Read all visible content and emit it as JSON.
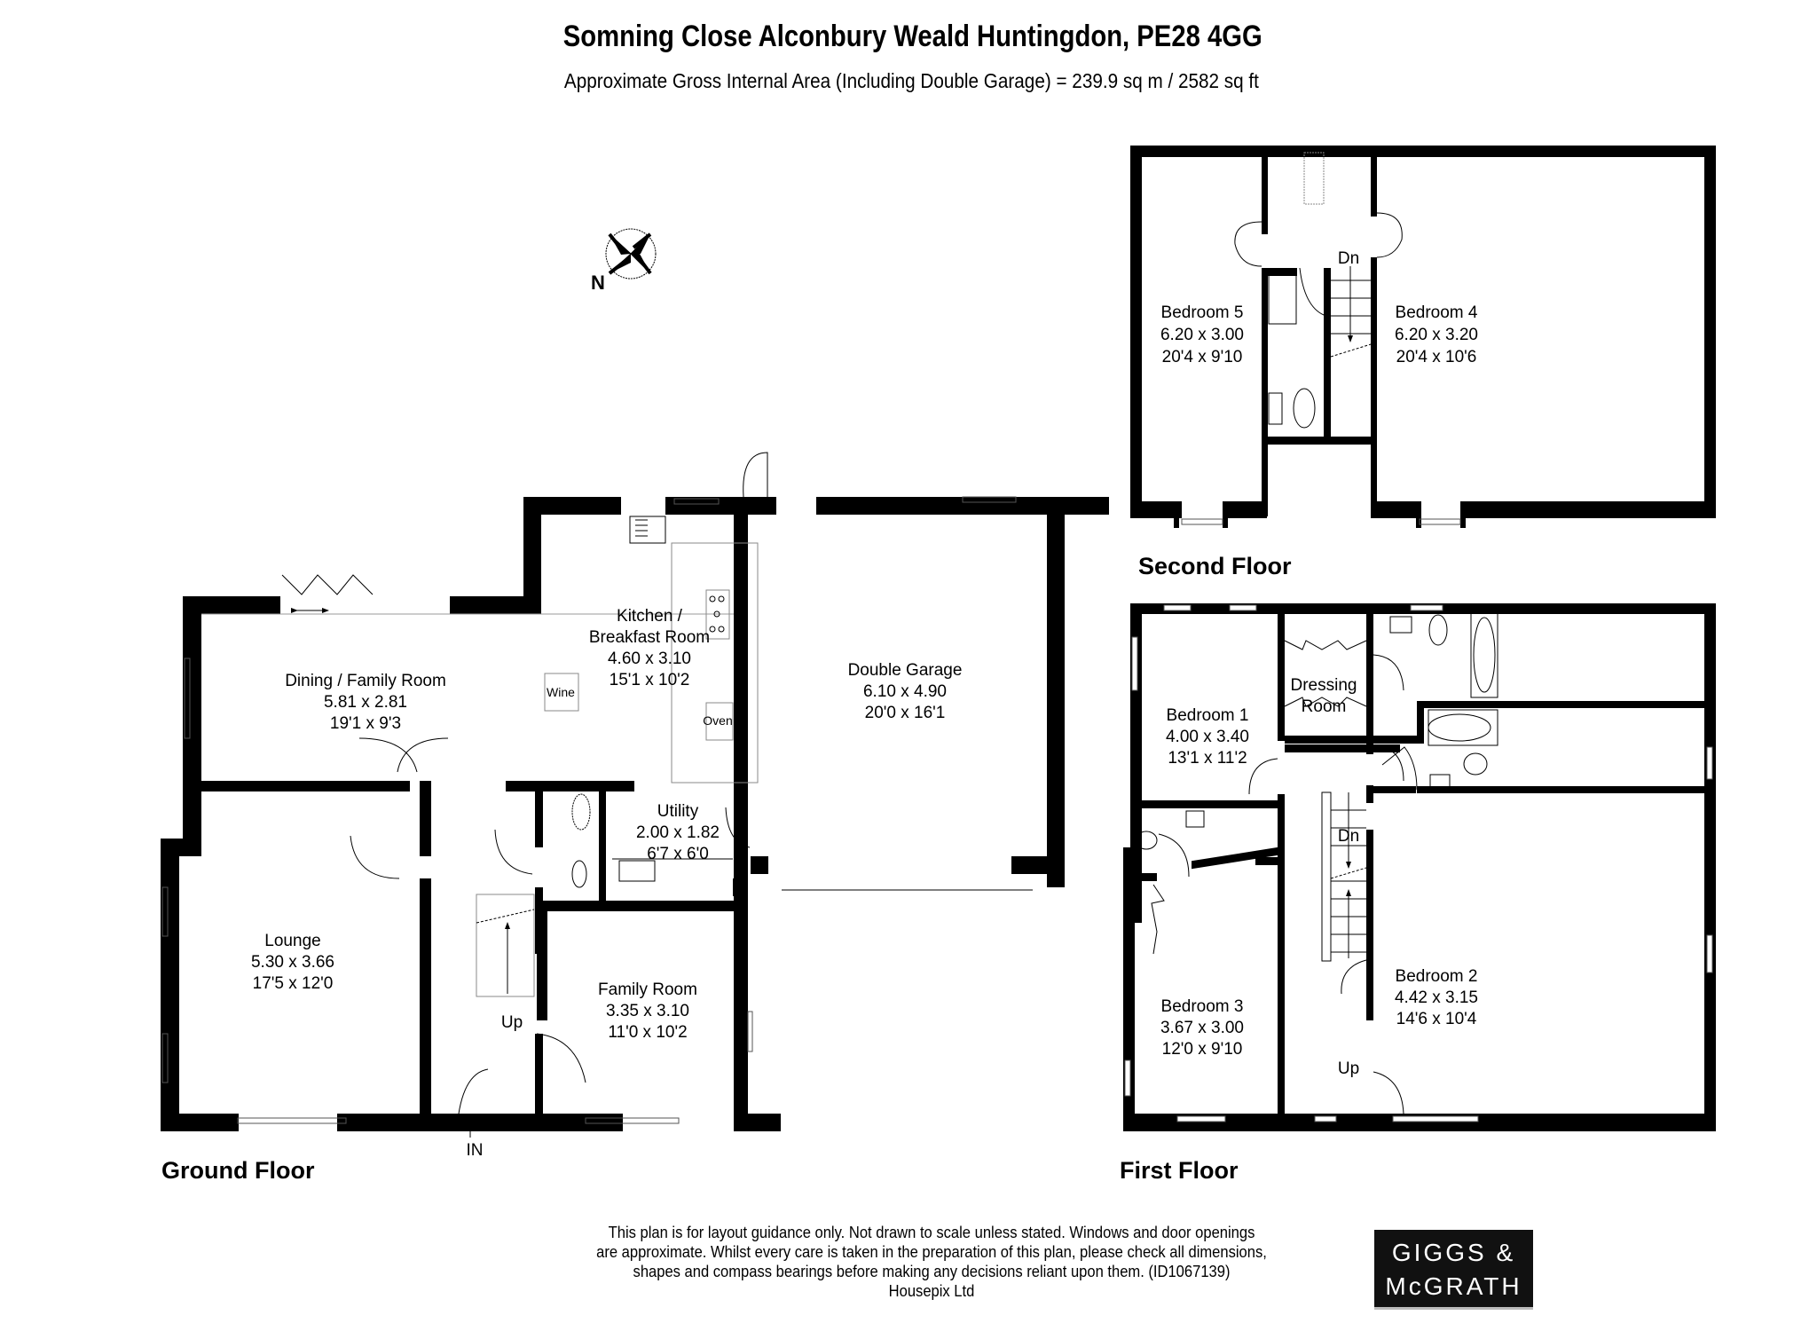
{
  "header": {
    "title": "Somning Close Alconbury Weald Huntingdon, PE28 4GG",
    "subtitle": "Approximate Gross Internal Area (Including Double Garage) = 239.9 sq m / 2582 sq ft"
  },
  "compass": {
    "label": "N",
    "icon": "compass-rose-icon"
  },
  "floors": {
    "ground": {
      "label": "Ground Floor",
      "rooms": [
        {
          "name": "Dining / Family Room",
          "metric": "5.81 x 2.81",
          "imperial": "19'1 x 9'3"
        },
        {
          "name_line1": "Kitchen /",
          "name_line2": "Breakfast Room",
          "metric": "4.60 x 3.10",
          "imperial": "15'1 x 10'2"
        },
        {
          "name": "Double Garage",
          "metric": "6.10 x 4.90",
          "imperial": "20'0 x 16'1"
        },
        {
          "name": "Utility",
          "metric": "2.00 x 1.82",
          "imperial": "6'7 x 6'0"
        },
        {
          "name": "Lounge",
          "metric": "5.30 x 3.66",
          "imperial": "17'5 x 12'0"
        },
        {
          "name": "Family Room",
          "metric": "3.35 x 3.10",
          "imperial": "11'0 x 10'2"
        }
      ],
      "fixtures": {
        "wine": "Wine",
        "oven": "Oven",
        "stairs": "Up",
        "entrance": "IN"
      }
    },
    "first": {
      "label": "First Floor",
      "rooms": [
        {
          "name": "Bedroom 1",
          "metric": "4.00 x 3.40",
          "imperial": "13'1 x 11'2"
        },
        {
          "name_line1": "Dressing",
          "name_line2": "Room"
        },
        {
          "name": "Bedroom 2",
          "metric": "4.42 x 3.15",
          "imperial": "14'6 x 10'4"
        },
        {
          "name": "Bedroom 3",
          "metric": "3.67 x 3.00",
          "imperial": "12'0 x 9'10"
        }
      ],
      "fixtures": {
        "stairs_down": "Dn",
        "stairs_up": "Up"
      }
    },
    "second": {
      "label": "Second Floor",
      "rooms": [
        {
          "name": "Bedroom 5",
          "metric": "6.20 x 3.00",
          "imperial": "20'4 x 9'10"
        },
        {
          "name": "Bedroom 4",
          "metric": "6.20 x 3.20",
          "imperial": "20'4 x 10'6"
        }
      ],
      "fixtures": {
        "stairs_down": "Dn"
      }
    }
  },
  "footer": {
    "disclaimer_lines": [
      "This plan is for layout guidance only. Not drawn to scale unless stated. Windows and door openings",
      "are approximate. Whilst every care is taken in the preparation of this plan, please check all dimensions,",
      "shapes and compass bearings before making any decisions reliant upon them. (ID1067139)",
      "Housepix Ltd"
    ],
    "logo_line1": "GIGGS &",
    "logo_line2": "McGRATH"
  },
  "colors": {
    "wall": "#000000",
    "background": "#ffffff",
    "logo_bg": "#111111",
    "logo_text": "#ffffff"
  }
}
